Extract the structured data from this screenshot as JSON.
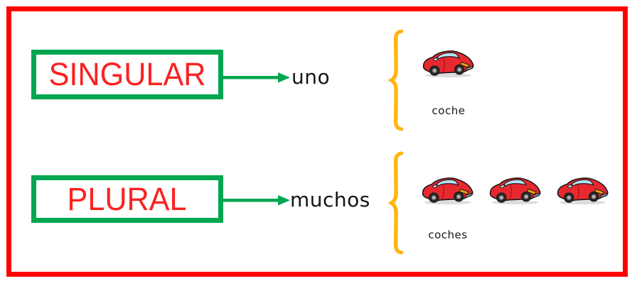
{
  "colors": {
    "frame": "#ff0000",
    "green": "#00a651",
    "label_red": "#fc2121",
    "yellow": "#ffb511",
    "text": "#141414",
    "car_body": "#e7282e",
    "car_outline": "#1a1a1a",
    "car_window": "#b6e3f4",
    "car_light": "#f2a50d",
    "car_wheel": "#2a2a2a",
    "car_hub": "#ababab",
    "car_bumper": "#8a8a8a",
    "car_shadow": "#dcdcdc",
    "car_accent": "#a31216"
  },
  "rows": [
    {
      "term": "SINGULAR",
      "word": "uno",
      "label": "coche",
      "cars": 1
    },
    {
      "term": "PLURAL",
      "word": "muchos",
      "label": "coches",
      "cars": 3
    }
  ]
}
